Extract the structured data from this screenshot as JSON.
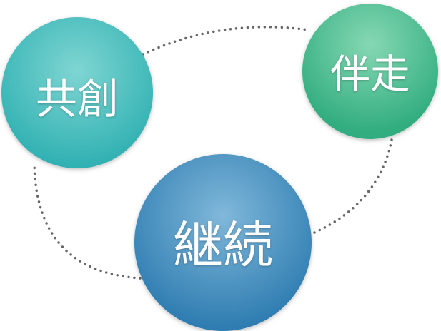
{
  "nodes": [
    {
      "id": "kyoso",
      "label": "共創",
      "color": "#35b8b8",
      "highlight": "#7fd6d2"
    },
    {
      "id": "bansou",
      "label": "伴走",
      "color": "#36b284",
      "highlight": "#86d8b4"
    },
    {
      "id": "keizoku",
      "label": "継続",
      "color": "#2f7fb5",
      "highlight": "#7fb6d8"
    }
  ],
  "connector_color": "#666666"
}
